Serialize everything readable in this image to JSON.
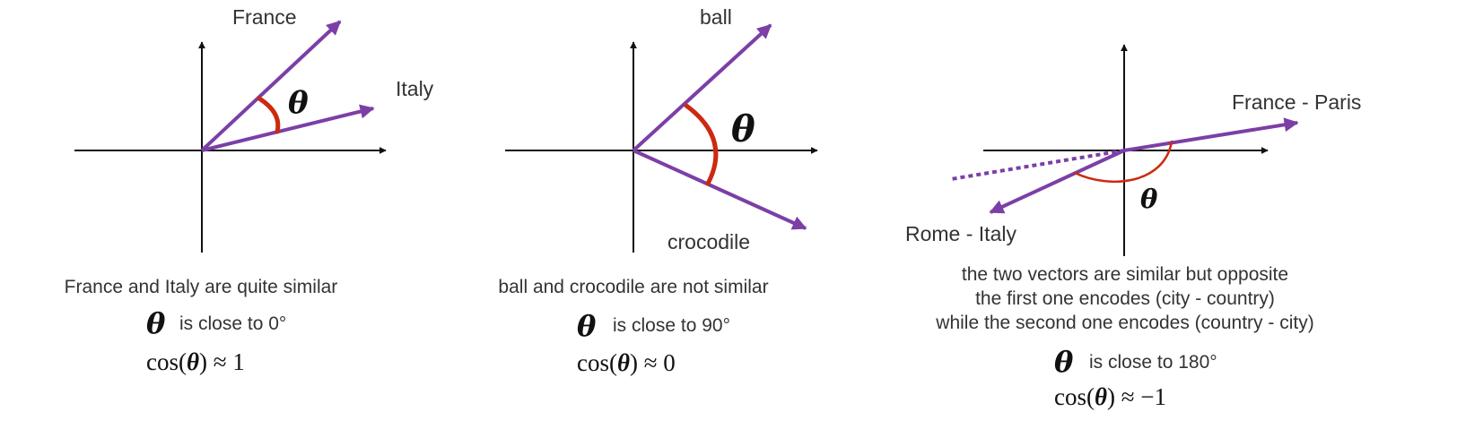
{
  "colors": {
    "vector": "#7b3fa6",
    "arc": "#cc2a10",
    "axis": "#111111",
    "text": "#333333"
  },
  "panels": [
    {
      "id": "0deg",
      "vector_labels": [
        "France",
        "Italy"
      ],
      "theta": "θ",
      "caption": [
        "France and Italy are quite similar"
      ],
      "statement": "is close to 0°",
      "cos": {
        "prefix": "cos(",
        "var": "θ",
        "suffix": ") ≈ 1"
      }
    },
    {
      "id": "90deg",
      "vector_labels": [
        "ball",
        "crocodile"
      ],
      "theta": "θ",
      "caption": [
        "ball and crocodile are not similar"
      ],
      "statement": "is close to 90°",
      "cos": {
        "prefix": "cos(",
        "var": "θ",
        "suffix": ") ≈ 0"
      }
    },
    {
      "id": "180deg",
      "vector_labels": [
        "France - Paris",
        "Rome - Italy"
      ],
      "theta": "θ",
      "caption": [
        "the two vectors are similar but opposite",
        "the first one encodes (city - country)",
        "while the second one encodes (country - city)"
      ],
      "statement": "is close to 180°",
      "cos": {
        "prefix": "cos(",
        "var": "θ",
        "suffix": ") ≈ −1"
      }
    }
  ]
}
